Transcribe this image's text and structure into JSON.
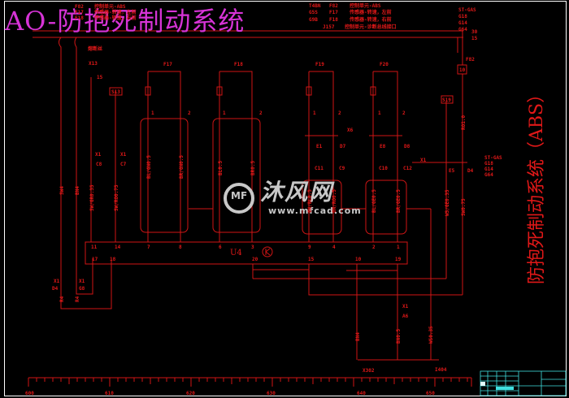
{
  "title": "AO-防抱死制动系统",
  "side_title": "防抱死制动系统（ABS）",
  "watermark": {
    "brand": "沐风网",
    "url": "www.mfcad.com",
    "logo_text": "MF"
  },
  "legend_top": {
    "col1": [
      "T4BN",
      "G5S",
      "G9B"
    ],
    "col2": [
      "F82",
      "F17",
      "F18",
      "J157"
    ],
    "col3": [
      "控制单元-ABS",
      "传感器-转速，左前",
      "传感器-转速，右前",
      "控制单元-诊断总线接口"
    ],
    "right": [
      "ST-GAS",
      "G18",
      "G14",
      "G64"
    ],
    "bus": [
      "30",
      "15"
    ]
  },
  "fuse_label": "熔断丝",
  "components": {
    "x13": {
      "label": "X13",
      "pin": "15"
    },
    "s13": "S13",
    "s19": "S19",
    "f82": "F82",
    "f82_fuse": "10",
    "sensors": [
      "F17",
      "F18",
      "F19",
      "F20"
    ],
    "x6": "X6",
    "x1": "X1",
    "u4": "U4"
  },
  "sensor_pins": [
    [
      "1",
      "2"
    ],
    [
      "1",
      "2"
    ],
    [
      "1",
      "2"
    ],
    [
      "1",
      "2"
    ]
  ],
  "connector_labels": {
    "left_x1": [
      {
        "x": "X1",
        "pin": "C8"
      },
      {
        "x": "X1",
        "pin": "C7"
      }
    ],
    "mid": [
      "E1",
      "D7",
      "E8",
      "D8"
    ],
    "mid2": [
      "C11",
      "C9",
      "C10",
      "C12"
    ],
    "right_x1": [
      "E5",
      "D4"
    ],
    "bottom_left": [
      {
        "x": "X1",
        "pin": "D4"
      },
      {
        "x": "X1",
        "pin": "G8"
      }
    ],
    "bottom_mid": {
      "x": "X1",
      "pin": "A6"
    }
  },
  "wire_labels": {
    "left": [
      "SW4",
      "BN4"
    ],
    "x13": "SW/GR0.35",
    "s13": "SW/RO0.75",
    "f17": [
      "BL/GN0.5",
      "BR/GN0.5"
    ],
    "f18": [
      "BL0.5",
      "BR0.5"
    ],
    "f19": [
      "GN/BL0.5",
      "GN/RO0.5"
    ],
    "f20": [
      "BL/GE0.5",
      "BR/GE0.5"
    ],
    "right": [
      "WS/GE0.35",
      "SW0.75"
    ],
    "f82": "RO1.0",
    "bottom": [
      "BN4",
      "BN0.5",
      "WS0.35"
    ],
    "bl": [
      "R4",
      "R4"
    ]
  },
  "u4_pins_top": [
    "11",
    "14",
    "7",
    "8",
    "6",
    "3",
    "9",
    "4",
    "2",
    "1"
  ],
  "u4_pins_bottom": [
    "17",
    "18",
    "20",
    "15",
    "10",
    "19"
  ],
  "ground_labels": [
    "X302",
    "I404"
  ],
  "ruler": {
    "labels": [
      "600",
      "610",
      "620",
      "630",
      "640",
      "650"
    ]
  },
  "title_block": {
    "color": "#40e0e0"
  },
  "colors": {
    "line": "#d01515",
    "title": "#d633d6",
    "text": "#e01818",
    "background": "#000000",
    "frame": "#ffffff"
  }
}
